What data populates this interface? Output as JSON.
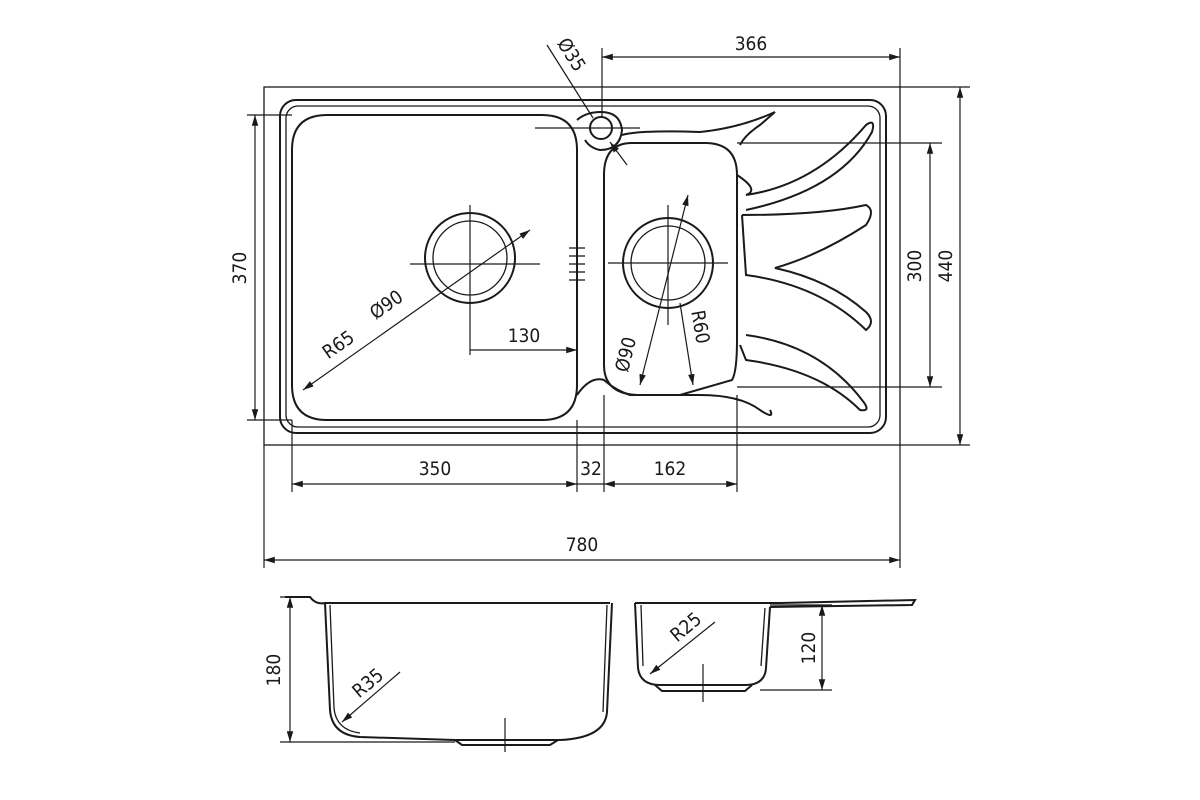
{
  "drawing": {
    "top_view": {
      "dims": {
        "tap_hole_diameter": "Ø35",
        "tap_offset": "366",
        "bowl_height": "370",
        "overall_depth": "440",
        "drainer_height": "300",
        "main_bowl_radius": "R65",
        "main_waste_diameter": "Ø90",
        "main_waste_offset": "130",
        "small_waste_diameter": "Ø90",
        "small_bowl_radius": "R60",
        "main_bowl_width": "350",
        "divider_width": "32",
        "small_bowl_width": "162",
        "overall_width": "780"
      }
    },
    "section_view": {
      "dims": {
        "main_depth": "180",
        "main_inner_radius": "R35",
        "small_inner_radius": "R25",
        "small_depth": "120"
      }
    },
    "colors": {
      "line": "#1a1a1a",
      "background": "#ffffff"
    }
  }
}
